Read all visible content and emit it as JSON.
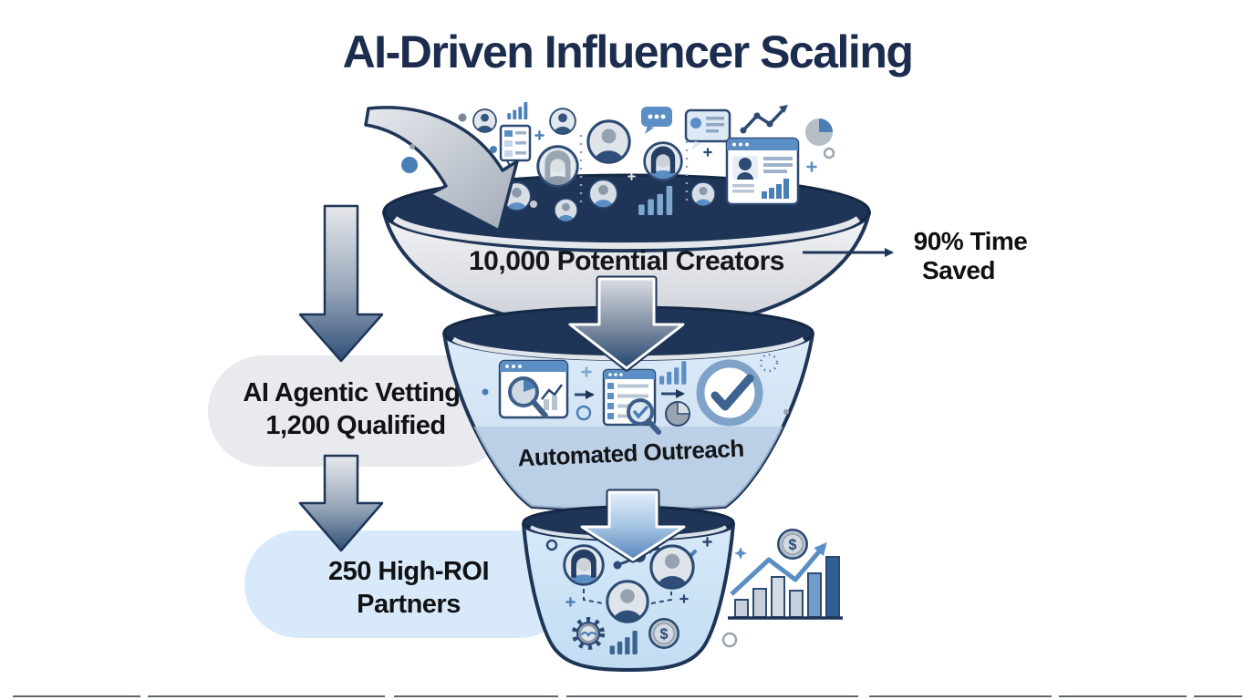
{
  "title": "AI-Driven Influencer Scaling",
  "funnel": {
    "stage1": {
      "label": "10,000 Potential Creators"
    },
    "stage2": {
      "label": "Automated Outreach"
    }
  },
  "callout": {
    "line1": "90% Time",
    "line2": "Saved"
  },
  "labels": {
    "vetting_line1": "AI Agentic Vetting:",
    "vetting_line2": "1,200 Qualified",
    "partners_line1": "250 High-ROI",
    "partners_line2": "Partners"
  },
  "icons": {
    "dollar_glyph": "$",
    "top_cluster": [
      "user-avatar-icon",
      "bar-chart-icon",
      "checklist-bubble-icon",
      "chat-dots-icon",
      "profile-card-icon",
      "trend-line-icon",
      "pie-chart-icon",
      "browser-profile-icon",
      "plus-icon"
    ],
    "middle_cluster": [
      "analytics-search-icon",
      "checklist-search-icon",
      "approval-check-icon",
      "bar-chart-icon",
      "pie-chart-icon",
      "flow-arrow-icon"
    ],
    "bottom_cluster": [
      "partner-avatar-icon",
      "network-nodes-icon",
      "gear-handshake-icon",
      "bar-chart-icon",
      "dollar-coin-icon",
      "plus-icon"
    ],
    "growth_chart": [
      "growth-bar-chart-icon",
      "trend-arrow-icon",
      "dollar-coin-icon",
      "sparkle-icon"
    ]
  },
  "colors": {
    "navy": "#1e3557",
    "accent_blue": "#4a7fb5",
    "steel_blue": "#5b8ec4",
    "silver": "#cdd2d9",
    "funnel_mid_blue": "#d9e7f5",
    "funnel_bottom_blue": "#cde4f6",
    "pill_gray": "#e8eaed",
    "pill_blue": "#d8eaf9",
    "text_dark": "#121417"
  }
}
